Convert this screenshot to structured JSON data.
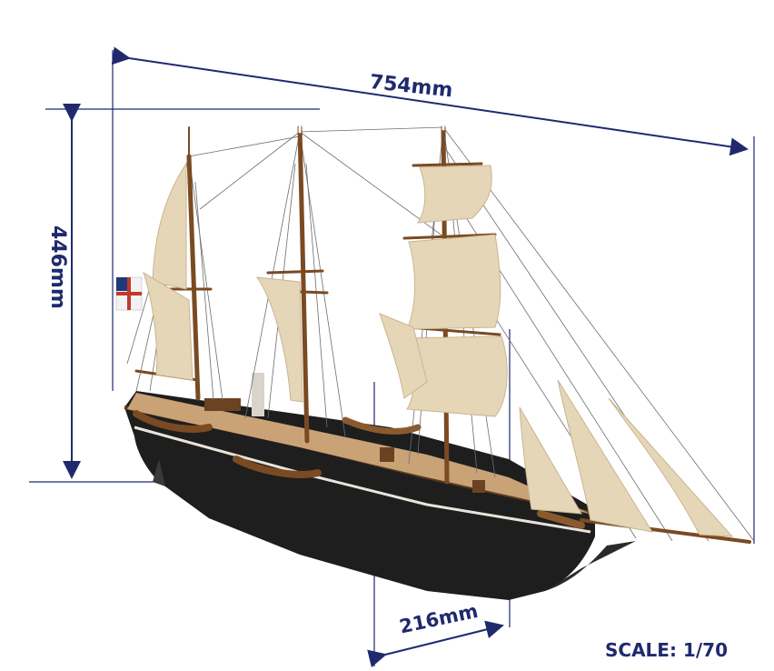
{
  "dimensions": {
    "length_label": "754mm",
    "height_label": "446mm",
    "beam_label": "216mm",
    "scale_label": "SCALE: 1/70"
  },
  "colors": {
    "dimension_ink": "#1f2a6e",
    "hull": "#1e1e1e",
    "sail": "#e6d6b8",
    "wood": "#8a5a2e",
    "deck": "#c9a276"
  }
}
